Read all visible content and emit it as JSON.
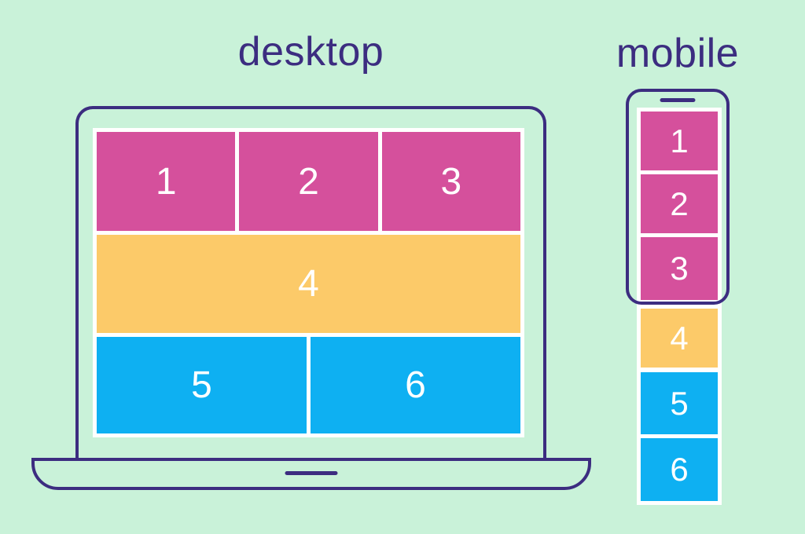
{
  "colors": {
    "background": "#c9f2d9",
    "outline": "#3c2d80",
    "pink": "#d5509c",
    "yellow": "#fcca69",
    "blue": "#0eb0f2",
    "white": "#ffffff"
  },
  "desktop": {
    "title": "desktop",
    "blocks": [
      {
        "label": "1",
        "color": "pink"
      },
      {
        "label": "2",
        "color": "pink"
      },
      {
        "label": "3",
        "color": "pink"
      },
      {
        "label": "4",
        "color": "yellow"
      },
      {
        "label": "5",
        "color": "blue"
      },
      {
        "label": "6",
        "color": "blue"
      }
    ]
  },
  "mobile": {
    "title": "mobile",
    "blocks": [
      {
        "label": "1",
        "color": "pink"
      },
      {
        "label": "2",
        "color": "pink"
      },
      {
        "label": "3",
        "color": "pink"
      },
      {
        "label": "4",
        "color": "yellow"
      },
      {
        "label": "5",
        "color": "blue"
      },
      {
        "label": "6",
        "color": "blue"
      }
    ]
  }
}
